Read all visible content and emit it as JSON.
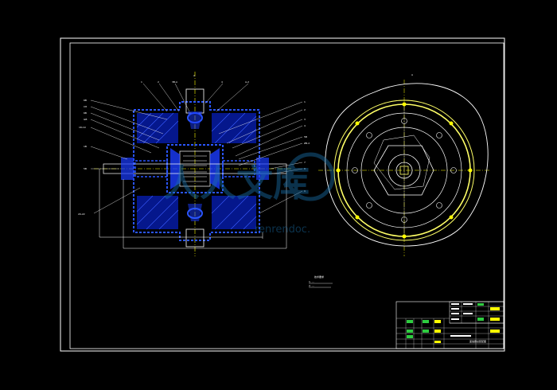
{
  "drawing": {
    "title": "",
    "view_letter": "A",
    "colors": {
      "background": "#000000",
      "frame": "#ffffff",
      "outline": "#ffffff",
      "hidden_edges": "#1a3cff",
      "hatch": "#0a2aff",
      "centerline": "#ffff00",
      "flange": "#ffff66",
      "gear_outline": "#ffffff",
      "title_cell": "#2ecc40",
      "title_cell_alt": "#ffff00",
      "watermark": "#1a6fa8"
    },
    "left_callouts": [
      "6B",
      "C8",
      "6B",
      "GB",
      "18-19",
      "1B",
      "5B",
      "20-22"
    ],
    "top_callouts": [
      "1",
      "2",
      "3B-A",
      "4",
      "A-2"
    ],
    "right_callouts": [
      "1",
      "2",
      "3",
      "4",
      "5B",
      "ZB-2",
      "7",
      "8",
      "9"
    ],
    "notes": [
      "技术要求",
      "1. ...",
      "2. ..."
    ],
    "watermark": {
      "text_cn": "人人文库",
      "text_en": "renrendoc."
    },
    "title_block": {
      "caption": "差速器总装配图"
    }
  }
}
